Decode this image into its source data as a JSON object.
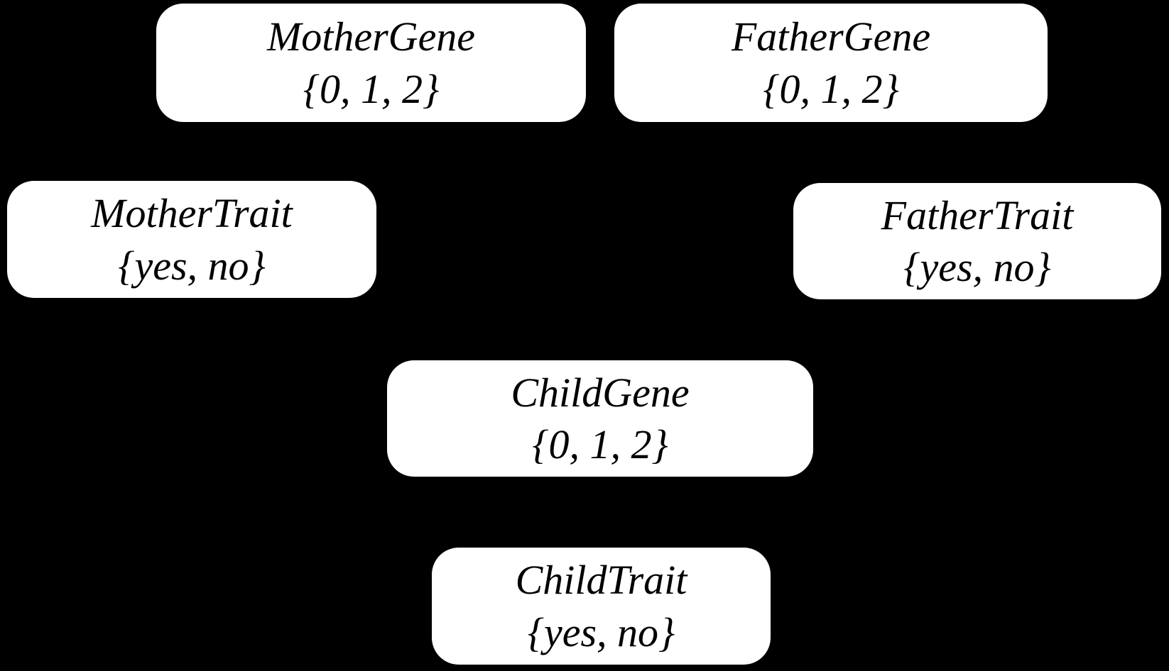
{
  "colors": {
    "background": "#000000",
    "node_fill": "#ffffff",
    "node_text": "#000000"
  },
  "diagram": {
    "type": "bayesian-network",
    "nodes": [
      {
        "id": "mother-gene",
        "title": "MotherGene",
        "values": "{0, 1, 2}"
      },
      {
        "id": "father-gene",
        "title": "FatherGene",
        "values": "{0, 1, 2}"
      },
      {
        "id": "mother-trait",
        "title": "MotherTrait",
        "values": "{yes, no}"
      },
      {
        "id": "father-trait",
        "title": "FatherTrait",
        "values": "{yes, no}"
      },
      {
        "id": "child-gene",
        "title": "ChildGene",
        "values": "{0, 1, 2}"
      },
      {
        "id": "child-trait",
        "title": "ChildTrait",
        "values": "{yes, no}"
      }
    ]
  }
}
